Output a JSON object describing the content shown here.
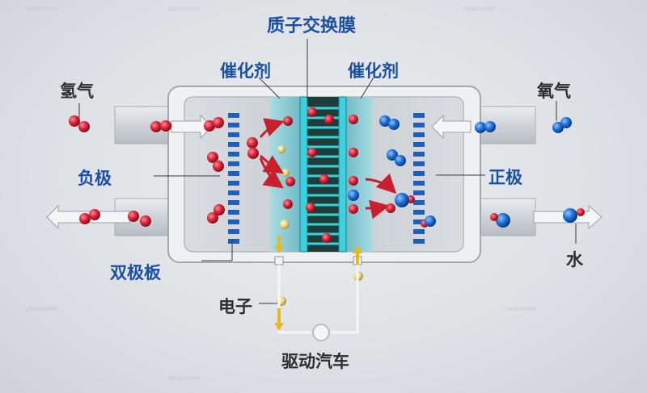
{
  "labels": {
    "membrane": "质子交换膜",
    "catalyst_left": "催化剂",
    "catalyst_right": "催化剂",
    "hydrogen": "氢气",
    "oxygen": "氧气",
    "anode": "负极",
    "cathode": "正极",
    "bipolar_plate": "双极板",
    "water": "水",
    "electron": "电子",
    "drive_car": "驱动汽车"
  },
  "watermark": "SAIDUOFAN",
  "colors": {
    "label_blue": "#1a4fa6",
    "label_dark": "#2d2d2d",
    "hydrogen": "#d8243a",
    "oxygen": "#1f6fd6",
    "electron": "#d9cc6a",
    "catalyst_region": "#7ec4cf",
    "membrane_bar": "#38c8d6",
    "arrow_red": "#c8202c",
    "arrow_yellow": "#e8b820"
  }
}
